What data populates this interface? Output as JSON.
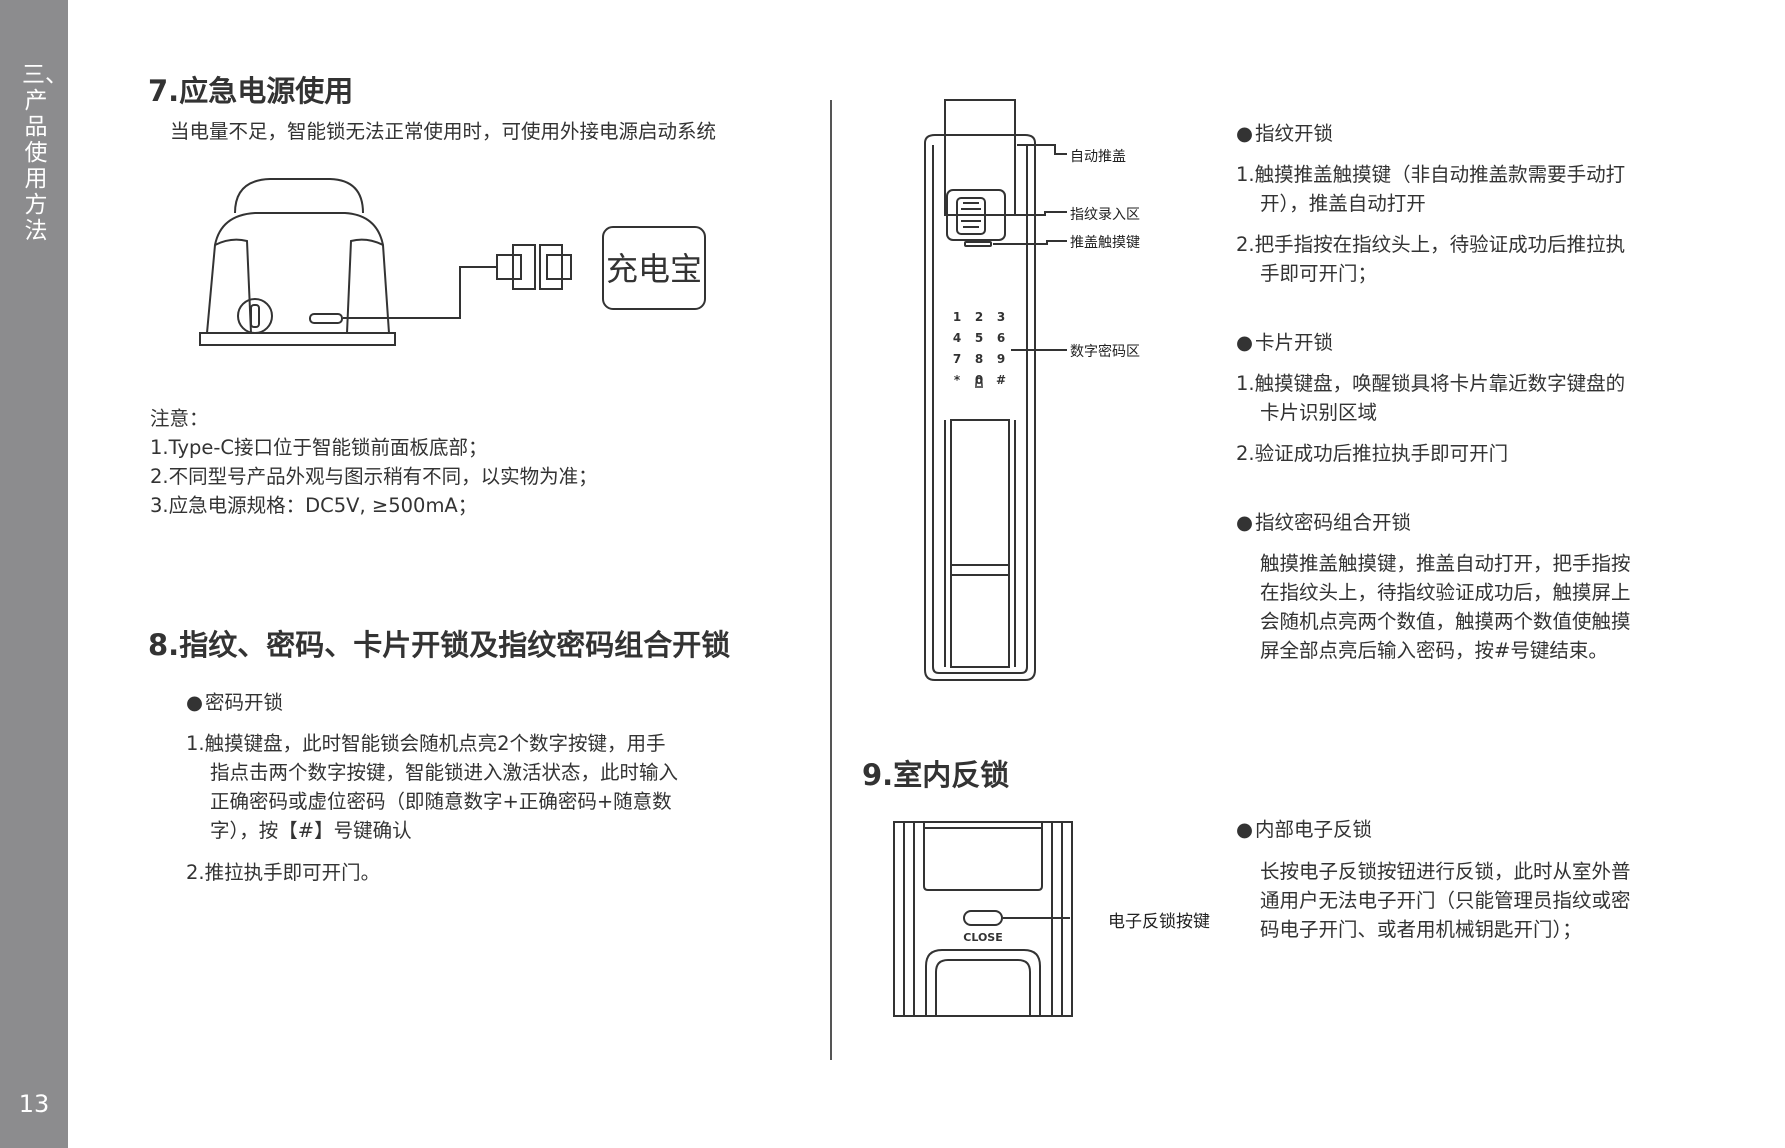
{
  "sidebar": {
    "section_label": "三、产品使用方法",
    "page_number": "13"
  },
  "s7": {
    "title": "7.应急电源使用",
    "intro": "当电量不足，智能锁无法正常使用时，可使用外接电源启动系统",
    "power_bank_label": "充电宝",
    "notes": [
      "注意：",
      "1.Type-C接口位于智能锁前面板底部；",
      "2.不同型号产品外观与图示稍有不同，以实物为准；",
      "3.应急电源规格：DC5V, ≥500mA；"
    ]
  },
  "s8": {
    "title": "8.指纹、密码、卡片开锁及指纹密码组合开锁",
    "password": {
      "heading": "密码开锁",
      "step1_lines": [
        "1.触摸键盘，此时智能锁会随机点亮2个数字按键，用手",
        "指点击两个数字按键，智能锁进入激活状态，此时输入",
        "正确密码或虚位密码（即随意数字+正确密码+随意数",
        "字），按【#】号键确认"
      ],
      "step2": "2.推拉执手即可开门。"
    },
    "lock_labels": {
      "auto_cover": "自动推盖",
      "fingerprint_area": "指纹录入区",
      "cover_touch_key": "推盖触摸键",
      "keypad_area": "数字密码区"
    },
    "keypad": [
      "1",
      "2",
      "3",
      "4",
      "5",
      "6",
      "7",
      "8",
      "9",
      "*",
      "0",
      "#"
    ],
    "fingerprint": {
      "heading": "指纹开锁",
      "step1_lines": [
        "1.触摸推盖触摸键（非自动推盖款需要手动打",
        "开），推盖自动打开"
      ],
      "step2_lines": [
        "2.把手指按在指纹头上，待验证成功后推拉执",
        "手即可开门；"
      ]
    },
    "card": {
      "heading": "卡片开锁",
      "step1_lines": [
        "1.触摸键盘，唤醒锁具将卡片靠近数字键盘的",
        "卡片识别区域"
      ],
      "step2": "2.验证成功后推拉执手即可开门"
    },
    "combo": {
      "heading": "指纹密码组合开锁",
      "lines": [
        "触摸推盖触摸键，推盖自动打开，把手指按",
        "在指纹头上，待指纹验证成功后，触摸屏上",
        "会随机点亮两个数值，触摸两个数值使触摸",
        "屏全部点亮后输入密码，按#号键结束。"
      ]
    }
  },
  "s9": {
    "title": "9.室内反锁",
    "close_label": "CLOSE",
    "button_label": "电子反锁按键",
    "electronic": {
      "heading": "内部电子反锁",
      "lines": [
        "长按电子反锁按钮进行反锁，此时从室外普",
        "通用户无法电子开门（只能管理员指纹或密",
        "码电子开门、或者用机械钥匙开门）；"
      ]
    }
  }
}
